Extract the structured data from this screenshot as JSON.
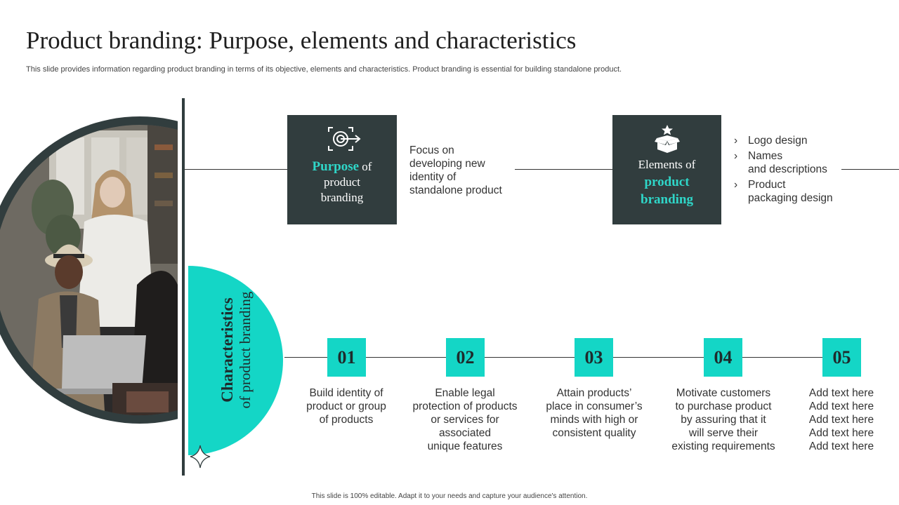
{
  "header": {
    "title": "Product branding: Purpose, elements and characteristics",
    "subtitle": "This slide provides information regarding product branding in terms of its objective, elements and characteristics. Product branding is essential for building standalone product."
  },
  "purpose": {
    "icon": "target-icon",
    "highlight": "Purpose",
    "rest_line1": " of",
    "line2": "product",
    "line3": "branding",
    "description_lines": [
      "Focus on",
      "developing new",
      "identity of",
      "standalone product"
    ]
  },
  "elements": {
    "icon": "box-star-icon",
    "line1": "Elements of",
    "highlight1": "product",
    "highlight2": "branding",
    "bullets": [
      {
        "lines": [
          "Logo design"
        ]
      },
      {
        "lines": [
          "Names",
          "and descriptions"
        ]
      },
      {
        "lines": [
          "Product",
          "packaging design"
        ]
      }
    ]
  },
  "characteristics": {
    "title_line1": "Characteristics",
    "title_line2": "of product branding",
    "items": [
      {
        "number": "01",
        "lines": [
          "Build identity of",
          "product or group",
          "of products"
        ]
      },
      {
        "number": "02",
        "lines": [
          "Enable legal",
          "protection of products",
          "or services for",
          "associated",
          "unique features"
        ]
      },
      {
        "number": "03",
        "lines": [
          "Attain products’",
          "place in consumer’s",
          "minds with high or",
          "consistent quality"
        ]
      },
      {
        "number": "04",
        "lines": [
          "Motivate customers",
          "to purchase product",
          "by assuring that it",
          "will serve their",
          "existing requirements"
        ]
      },
      {
        "number": "05",
        "lines": [
          "Add text here",
          "Add text here",
          "Add text here",
          "Add text here",
          "Add text here"
        ]
      }
    ]
  },
  "footer": {
    "text": "This slide is 100% editable. Adapt it to your needs and capture your audience's attention."
  },
  "colors": {
    "dark": "#313d3e",
    "teal": "#14d6c6",
    "teal_text": "#2fd6c8"
  }
}
